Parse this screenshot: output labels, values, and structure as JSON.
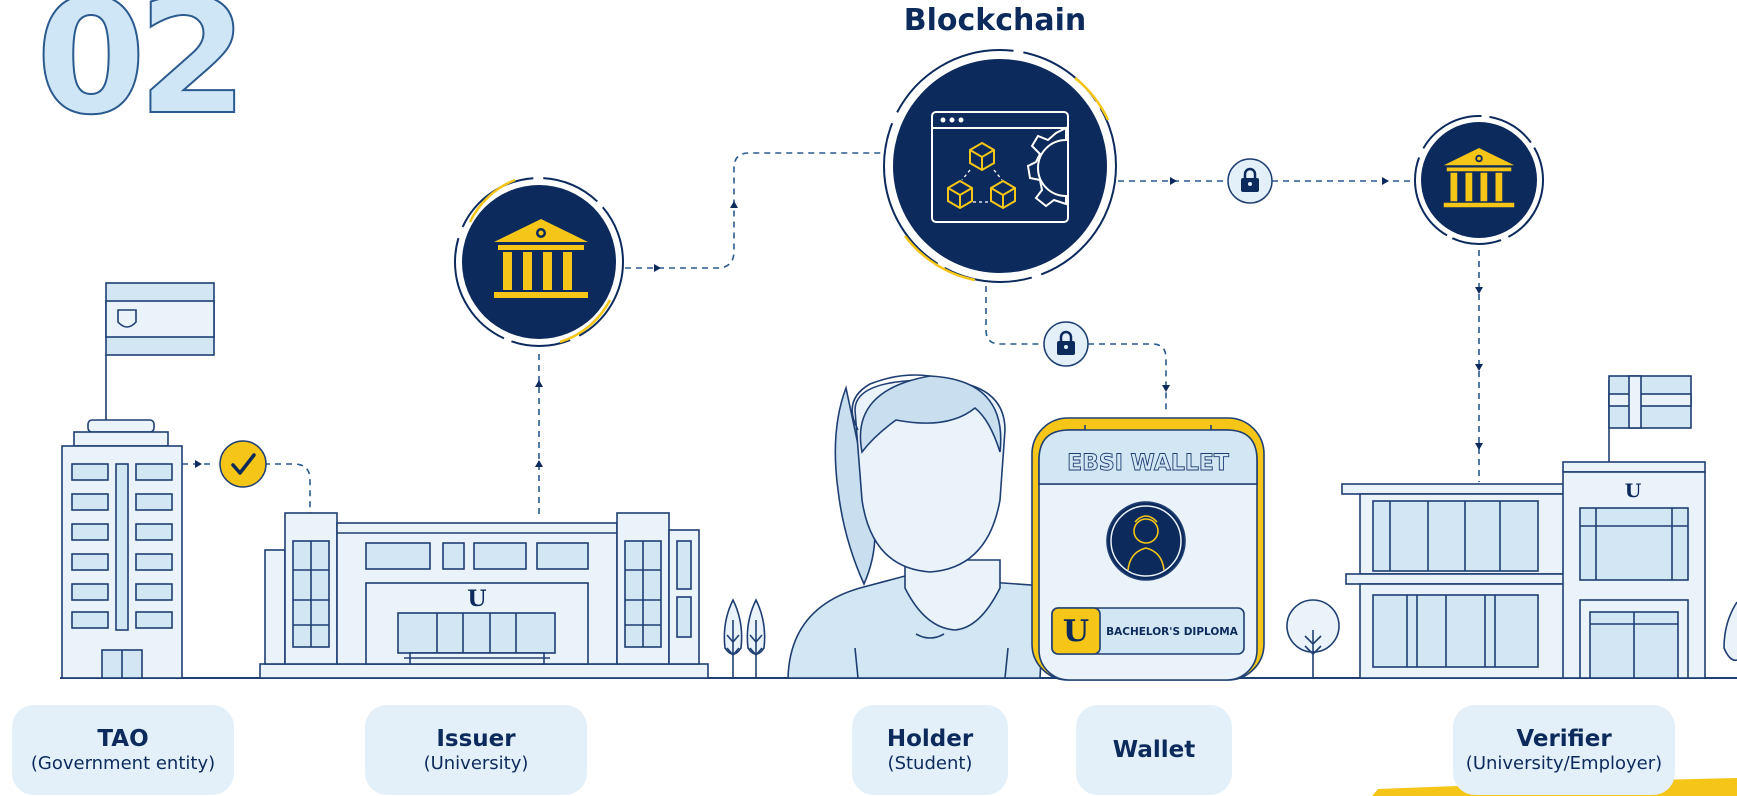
{
  "step_number": "02",
  "blockchain": {
    "title": "Blockchain"
  },
  "wallet_app": {
    "title": "EBSI WALLET",
    "credential_badge": "U",
    "credential_label": "BACHELOR'S DIPLOMA"
  },
  "building_badge": "U",
  "roles": [
    {
      "name": "TAO",
      "detail": "(Government entity)"
    },
    {
      "name": "Issuer",
      "detail": "(University)"
    },
    {
      "name": "Holder",
      "detail": "(Student)"
    },
    {
      "name": "Wallet",
      "detail": ""
    },
    {
      "name": "Verifier",
      "detail": "(University/Employer)"
    }
  ],
  "colors": {
    "navy": "#0c2a5c",
    "accent_yellow": "#f5c518",
    "light_blue": "#d3e6f3",
    "pale": "#e3f0f9",
    "outline": "#1f3f73"
  }
}
